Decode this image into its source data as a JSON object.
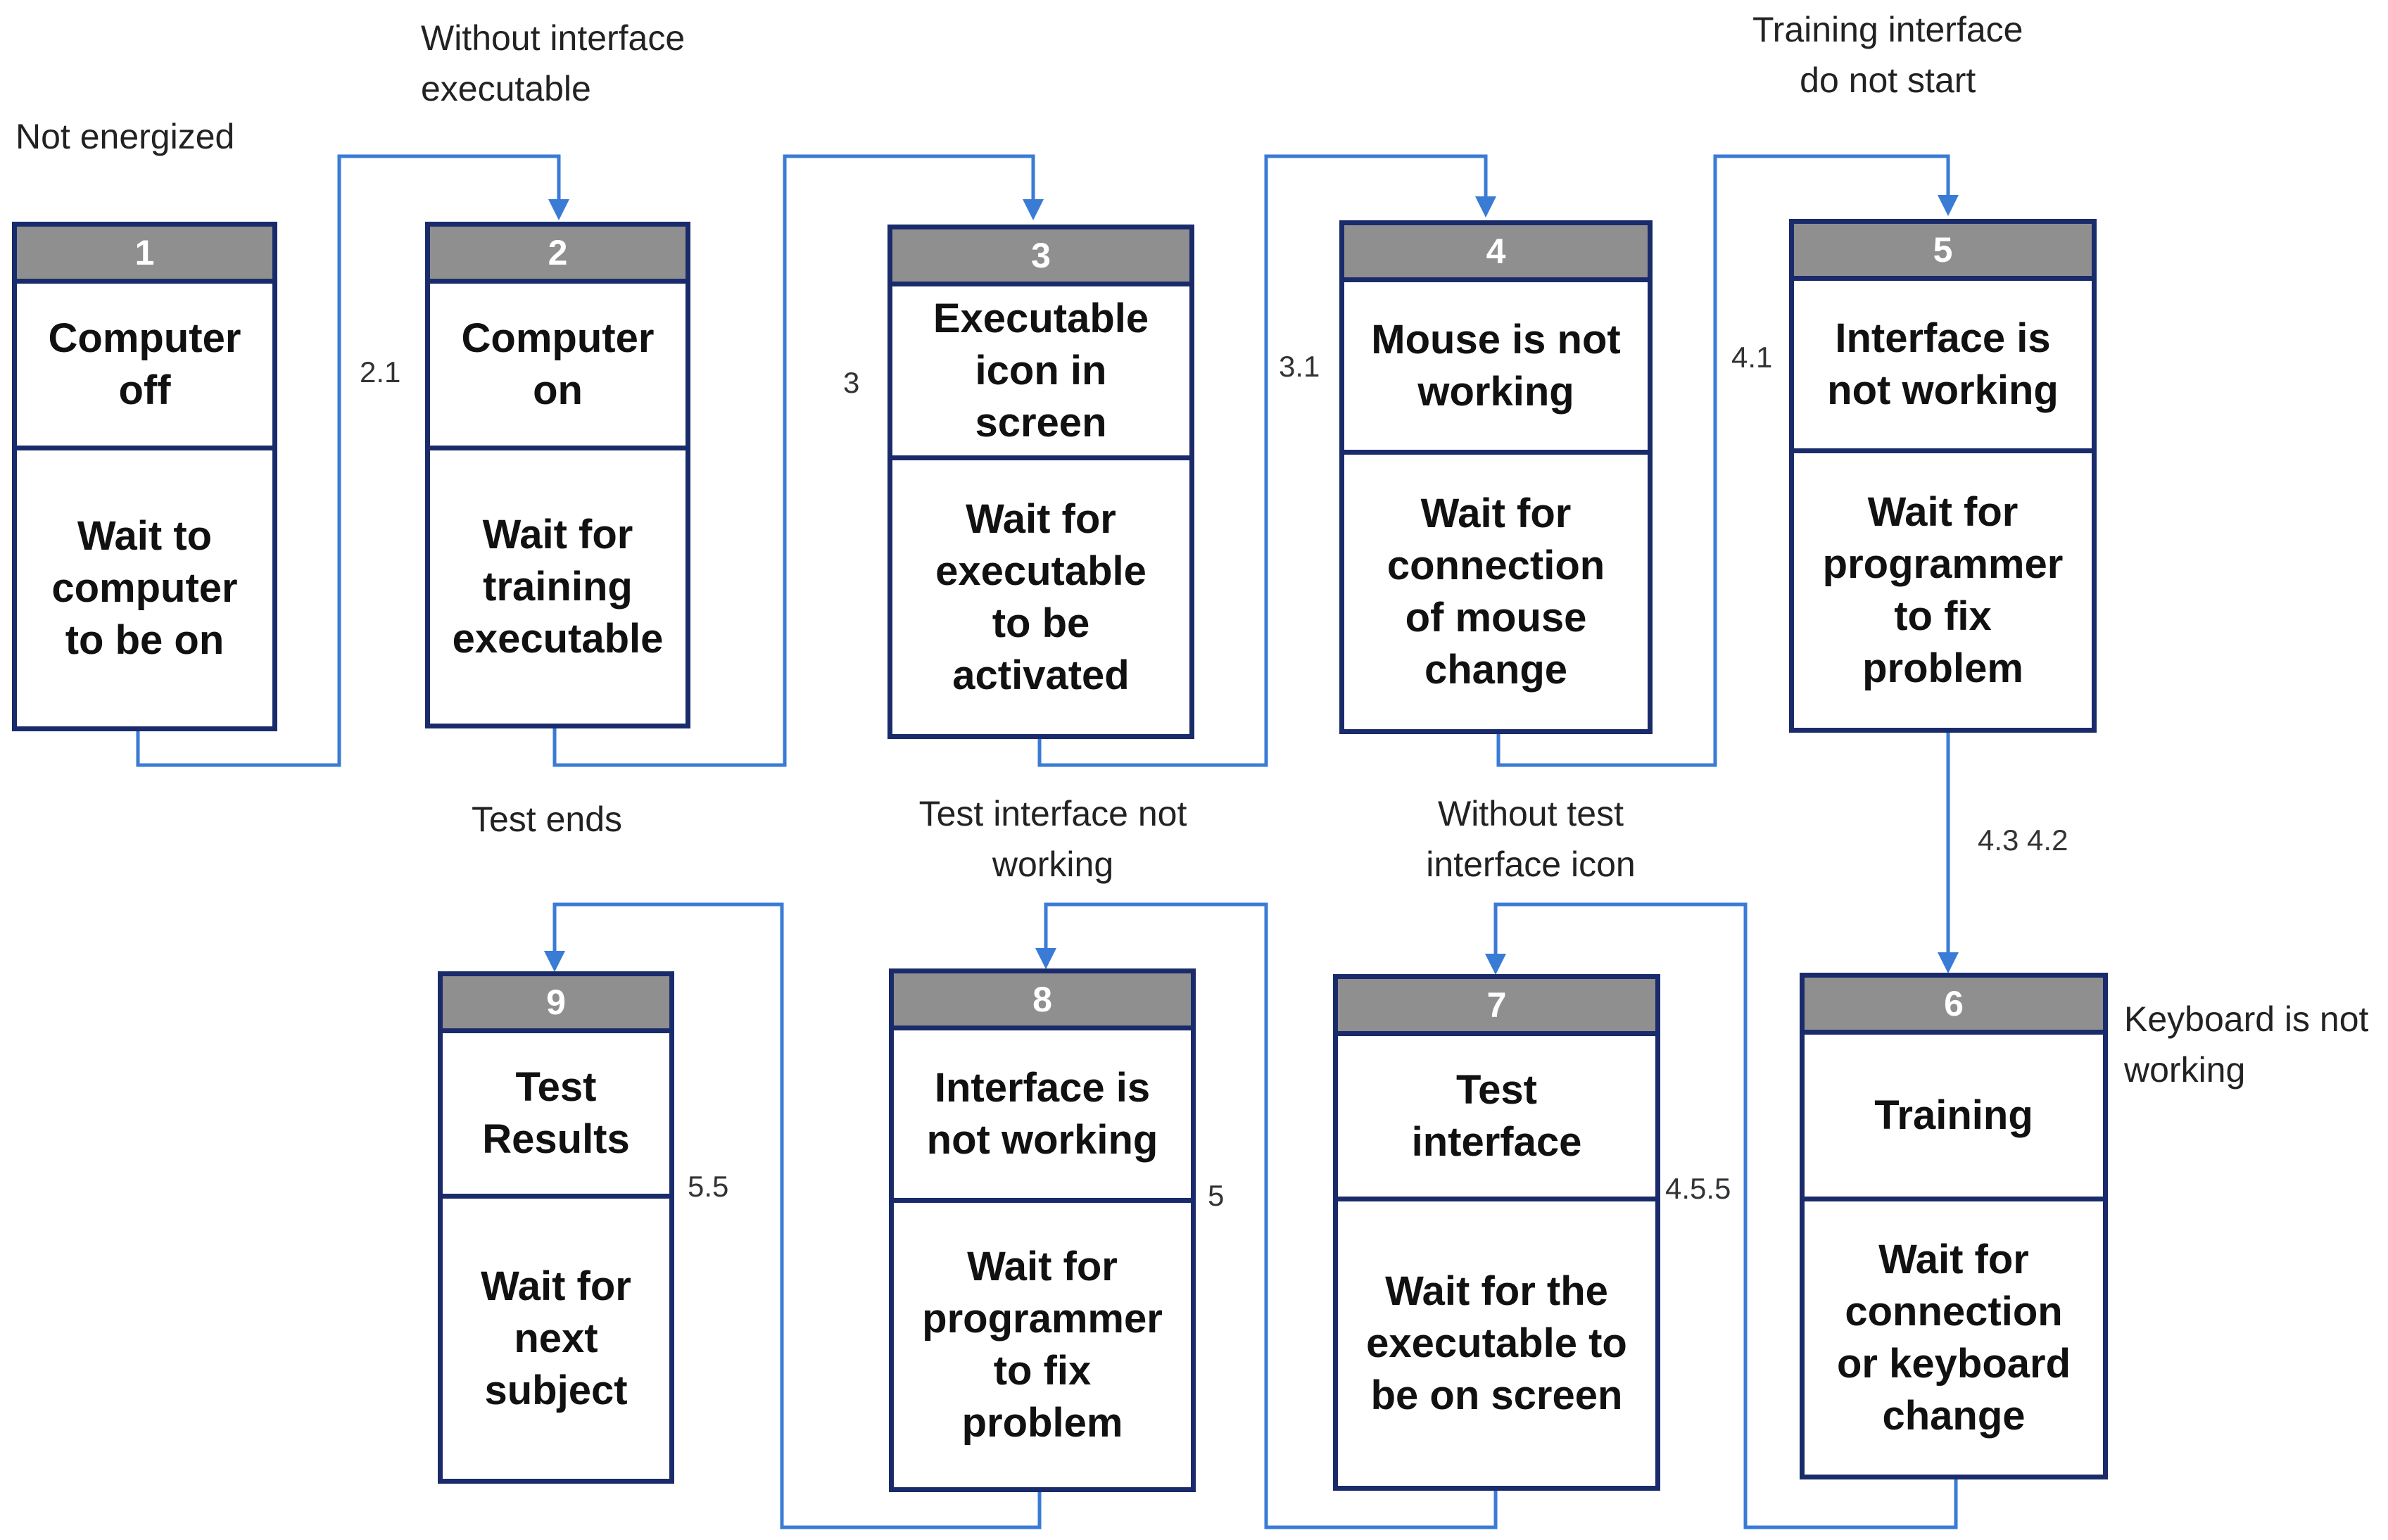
{
  "states": [
    {
      "num": "1",
      "title": "Computer\noff",
      "action": "Wait to\ncomputer\nto be on"
    },
    {
      "num": "2",
      "title": "Computer\non",
      "action": "Wait for\ntraining\nexecutable"
    },
    {
      "num": "3",
      "title": "Executable\nicon in\nscreen",
      "action": "Wait for\nexecutable\nto be\nactivated"
    },
    {
      "num": "4",
      "title": "Mouse is not\nworking",
      "action": "Wait for\nconnection\nof mouse\nchange"
    },
    {
      "num": "5",
      "title": "Interface is\nnot working",
      "action": "Wait for\nprogrammer\nto fix\nproblem"
    },
    {
      "num": "6",
      "title": "Training",
      "action": "Wait for\nconnection\nor keyboard\nchange"
    },
    {
      "num": "7",
      "title": "Test\ninterface",
      "action": "Wait for the\nexecutable to\nbe on screen"
    },
    {
      "num": "8",
      "title": "Interface is\nnot working",
      "action": "Wait for\nprogrammer\nto fix\nproblem"
    },
    {
      "num": "9",
      "title": "Test\nResults",
      "action": "Wait for\nnext\nsubject"
    }
  ],
  "event_labels": {
    "not_energized": "Not energized",
    "without_interface_executable": "Without   interface\nexecutable",
    "training_interface_not_start": "Training interface\ndo not start",
    "test_ends": "Test ends",
    "test_interface_not_working": "Test interface not\nworking",
    "without_test_interface_icon": "Without test\ninterface icon",
    "keyboard_not_working": "Keyboard is not\nworking"
  },
  "transition_numbers": {
    "t_1_2": "2.1",
    "t_2_3": "3",
    "t_3_4": "3.1",
    "t_4_5": "4.1",
    "t_5_6": "4.3 4.2",
    "t_6_7": "4.5.5",
    "t_7_8": "5",
    "t_8_9": "5.5"
  },
  "colors": {
    "connector": "#3a7bd5",
    "box_border": "#1a2b6b",
    "header_fill": "#8f8f8f"
  }
}
